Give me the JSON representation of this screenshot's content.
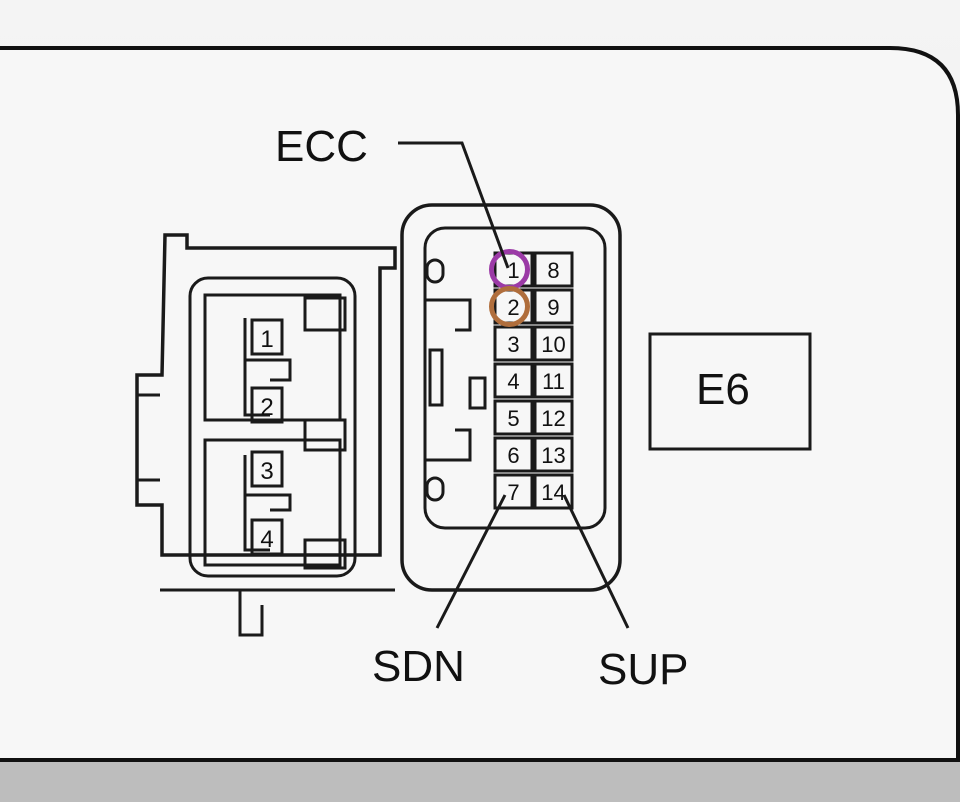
{
  "labels": {
    "ecc": "ECC",
    "sdn": "SDN",
    "sup": "SUP",
    "connector_id": "E6"
  },
  "left_terminals": [
    "1",
    "2",
    "3",
    "4"
  ],
  "pins_left_column": [
    "1",
    "2",
    "3",
    "4",
    "5",
    "6",
    "7"
  ],
  "pins_right_column": [
    "8",
    "9",
    "10",
    "11",
    "12",
    "13",
    "14"
  ],
  "highlights": [
    {
      "pin": "1",
      "color": "#9b3aa6"
    },
    {
      "pin": "2",
      "color": "#b06e3c"
    }
  ]
}
